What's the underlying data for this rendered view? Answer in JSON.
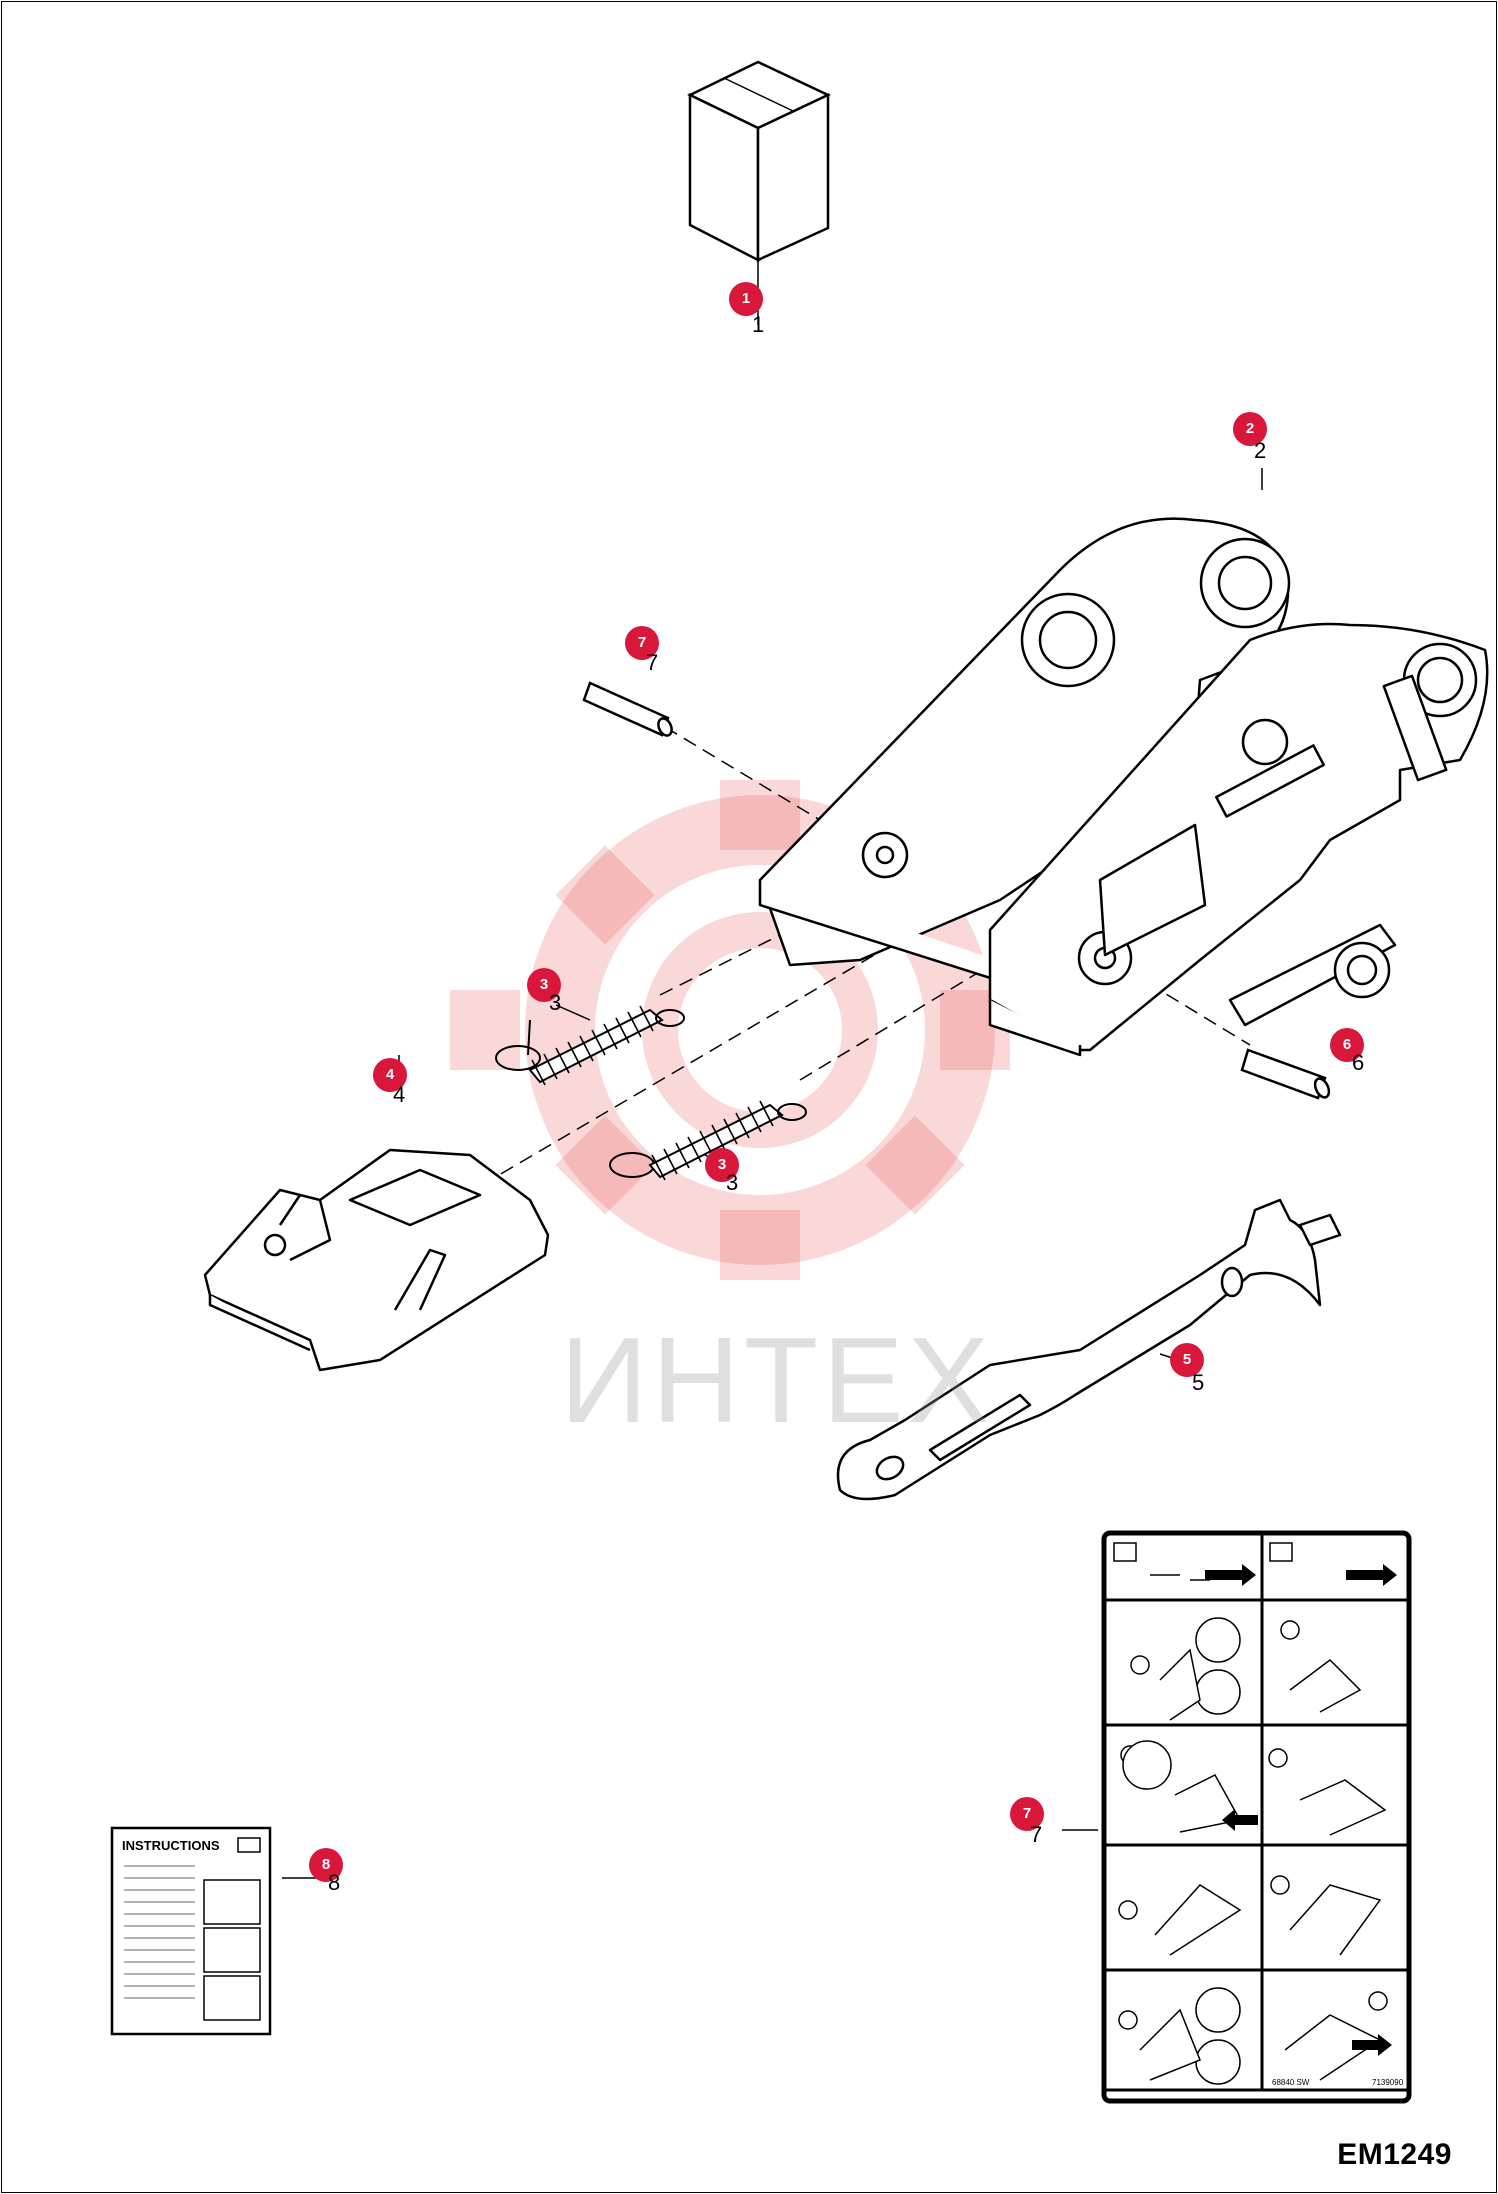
{
  "diagram": {
    "doc_code": "EM1249",
    "watermark": "ИНТЕХ",
    "instructions_label": "INSTRUCTIONS",
    "callouts": [
      {
        "id": "c1",
        "label": "1",
        "tag": "1"
      },
      {
        "id": "c2",
        "label": "2",
        "tag": "2"
      },
      {
        "id": "c7a",
        "label": "7",
        "tag": "7"
      },
      {
        "id": "c3a",
        "label": "3",
        "tag": "3"
      },
      {
        "id": "c4",
        "label": "4",
        "tag": "4"
      },
      {
        "id": "c6",
        "label": "6",
        "tag": "6"
      },
      {
        "id": "c3b",
        "label": "3",
        "tag": "3"
      },
      {
        "id": "c5",
        "label": "5",
        "tag": "5"
      },
      {
        "id": "c7b",
        "label": "7",
        "tag": "7"
      },
      {
        "id": "c8",
        "label": "8",
        "tag": "8"
      }
    ],
    "decal_codes": {
      "left": "68840 SW",
      "right": "7139090"
    },
    "colors": {
      "callout": "#d8173a",
      "watermark": "#e84f4f",
      "line": "#000000"
    }
  }
}
